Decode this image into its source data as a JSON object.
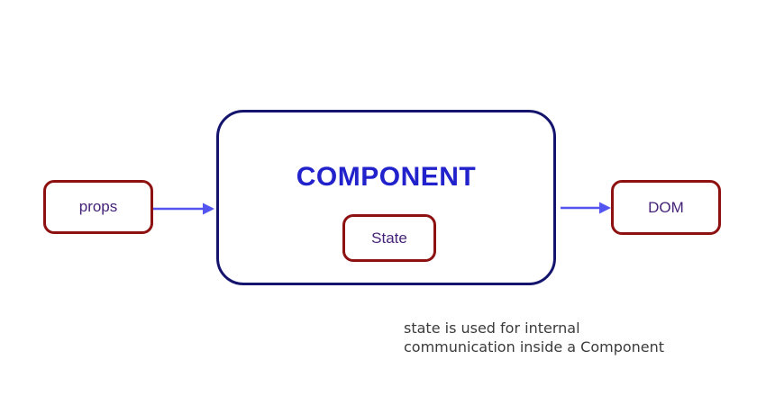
{
  "diagram": {
    "props_node": {
      "label": "props"
    },
    "component": {
      "label": "COMPONENT"
    },
    "state_node": {
      "label": "State"
    },
    "dom_node": {
      "label": "DOM"
    },
    "caption": {
      "line1": "state is used for internal",
      "line2": "communication inside a Component"
    }
  },
  "colors": {
    "component_border": "#14146e",
    "component_text": "#2222cc",
    "node_border": "#8e1111",
    "node_text": "#452379",
    "arrow": "#5454f0",
    "caption_text": "#3b3b3b",
    "canvas_bg": "#ffffff"
  }
}
